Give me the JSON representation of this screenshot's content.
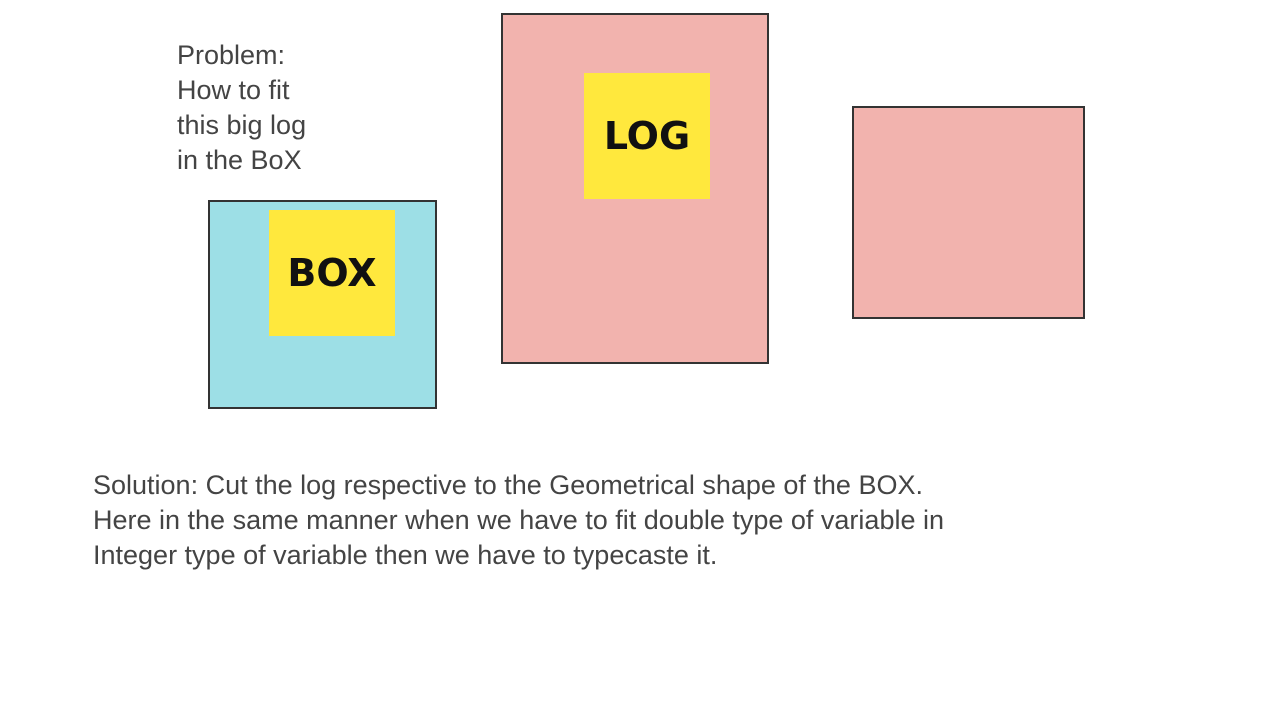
{
  "problem": {
    "lines": [
      "Problem:",
      "How to fit",
      "this big log",
      "in the BoX"
    ]
  },
  "box": {
    "label": "BOX",
    "fill": "#9DDFE6",
    "sticky_color": "#FFE83D"
  },
  "log": {
    "label": "LOG",
    "fill": "#F2B3AE",
    "sticky_color": "#FFE83D"
  },
  "cut_log": {
    "fill": "#F2B3AE"
  },
  "solution": {
    "lines": [
      "Solution: Cut the log respective to the Geometrical shape of the BOX.",
      "Here in the same manner when we have to fit double type of variable in",
      "Integer type of variable then we have to typecaste it."
    ]
  }
}
